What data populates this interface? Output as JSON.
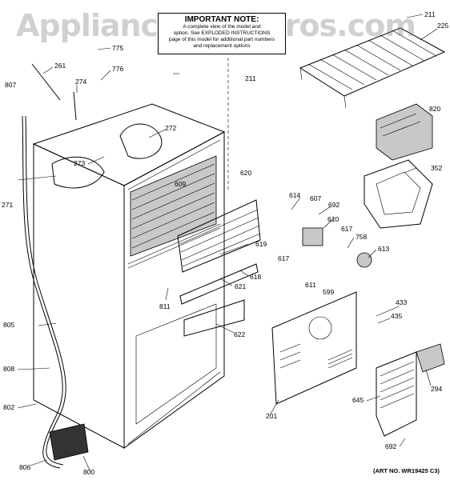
{
  "watermark": "AppliancePartsPros.com",
  "note": {
    "title": "IMPORTANT NOTE:",
    "lines": [
      "A complete view of the model and",
      "option. See EXPLODED INSTRUCTIONS",
      "page of this model for additional part numbers",
      "and replacement options"
    ]
  },
  "art_number": "(ART NO. WR19425 C3)",
  "callouts": {
    "c211a": "211",
    "c225": "225",
    "c775": "775",
    "c261": "261",
    "c776": "776",
    "c807": "807",
    "c274": "274",
    "c211b": "211",
    "c820": "820",
    "c272": "272",
    "c273": "273",
    "c609": "609",
    "c620": "620",
    "c352": "352",
    "c271": "271",
    "c614": "614",
    "c607": "607",
    "c692a": "692",
    "c610": "610",
    "c617a": "617",
    "c758": "758",
    "c619": "619",
    "c613": "613",
    "c617b": "617",
    "c618": "618",
    "c611": "611",
    "c599": "599",
    "c621": "621",
    "c811": "811",
    "c805": "805",
    "c433": "433",
    "c435": "435",
    "c622": "622",
    "c808": "808",
    "c294": "294",
    "c645": "645",
    "c802": "802",
    "c201": "201",
    "c692b": "692",
    "c806": "806",
    "c800": "800"
  }
}
